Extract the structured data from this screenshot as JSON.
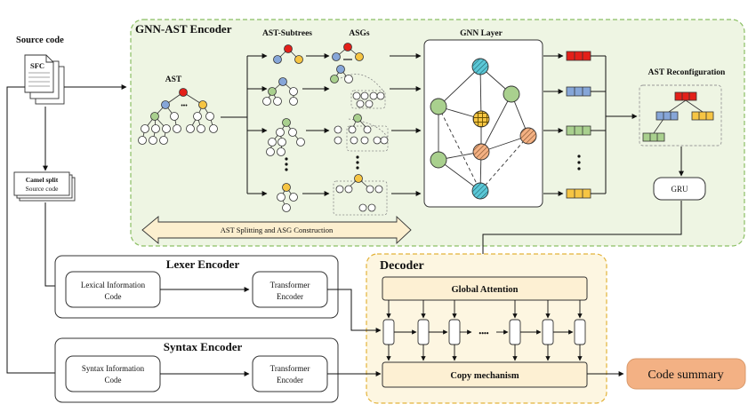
{
  "source": {
    "heading": "Source code",
    "file_label": "SFC",
    "camel_label_1": "Camel split",
    "camel_label_2": "Source code"
  },
  "gnn_ast": {
    "title": "GNN-AST Encoder",
    "ast_label": "AST",
    "subtrees_label": "AST-Subtrees",
    "asgs_label": "ASGs",
    "gnn_layer_label": "GNN Layer",
    "reconfig_label": "AST Reconfiguration",
    "gru_label": "GRU",
    "splitting_label": "AST Splitting and ASG Construction",
    "ellipsis": "•••"
  },
  "lexer": {
    "title": "Lexer Encoder",
    "info_1": "Lexical Information",
    "info_2": "Code",
    "transformer_1": "Transformer",
    "transformer_2": "Encoder"
  },
  "syntax": {
    "title": "Syntax Encoder",
    "info_1": "Syntax Information",
    "info_2": "Code",
    "transformer_1": "Transformer",
    "transformer_2": "Encoder"
  },
  "decoder": {
    "title": "Decoder",
    "global_attention": "Global Attention",
    "copy_mechanism": "Copy mechanism",
    "dots": "••••"
  },
  "output": {
    "label": "Code summary"
  },
  "colors": {
    "gnn_bg": "#eef5e3",
    "gnn_border": "#8bbf63",
    "decoder_bg": "#fdf6e1",
    "decoder_border": "#e3b33a",
    "lexer_title": "#2ea6d8",
    "syntax_title": "#c36a22",
    "decoder_title": "#d09a1a",
    "output_bg": "#f3b184",
    "node_red": "#e32019",
    "node_blue": "#86a6d8",
    "node_yellow": "#f6c543",
    "node_green": "#a9d08e",
    "cyan": "#5bc8d7",
    "salmon": "#f4b183"
  }
}
